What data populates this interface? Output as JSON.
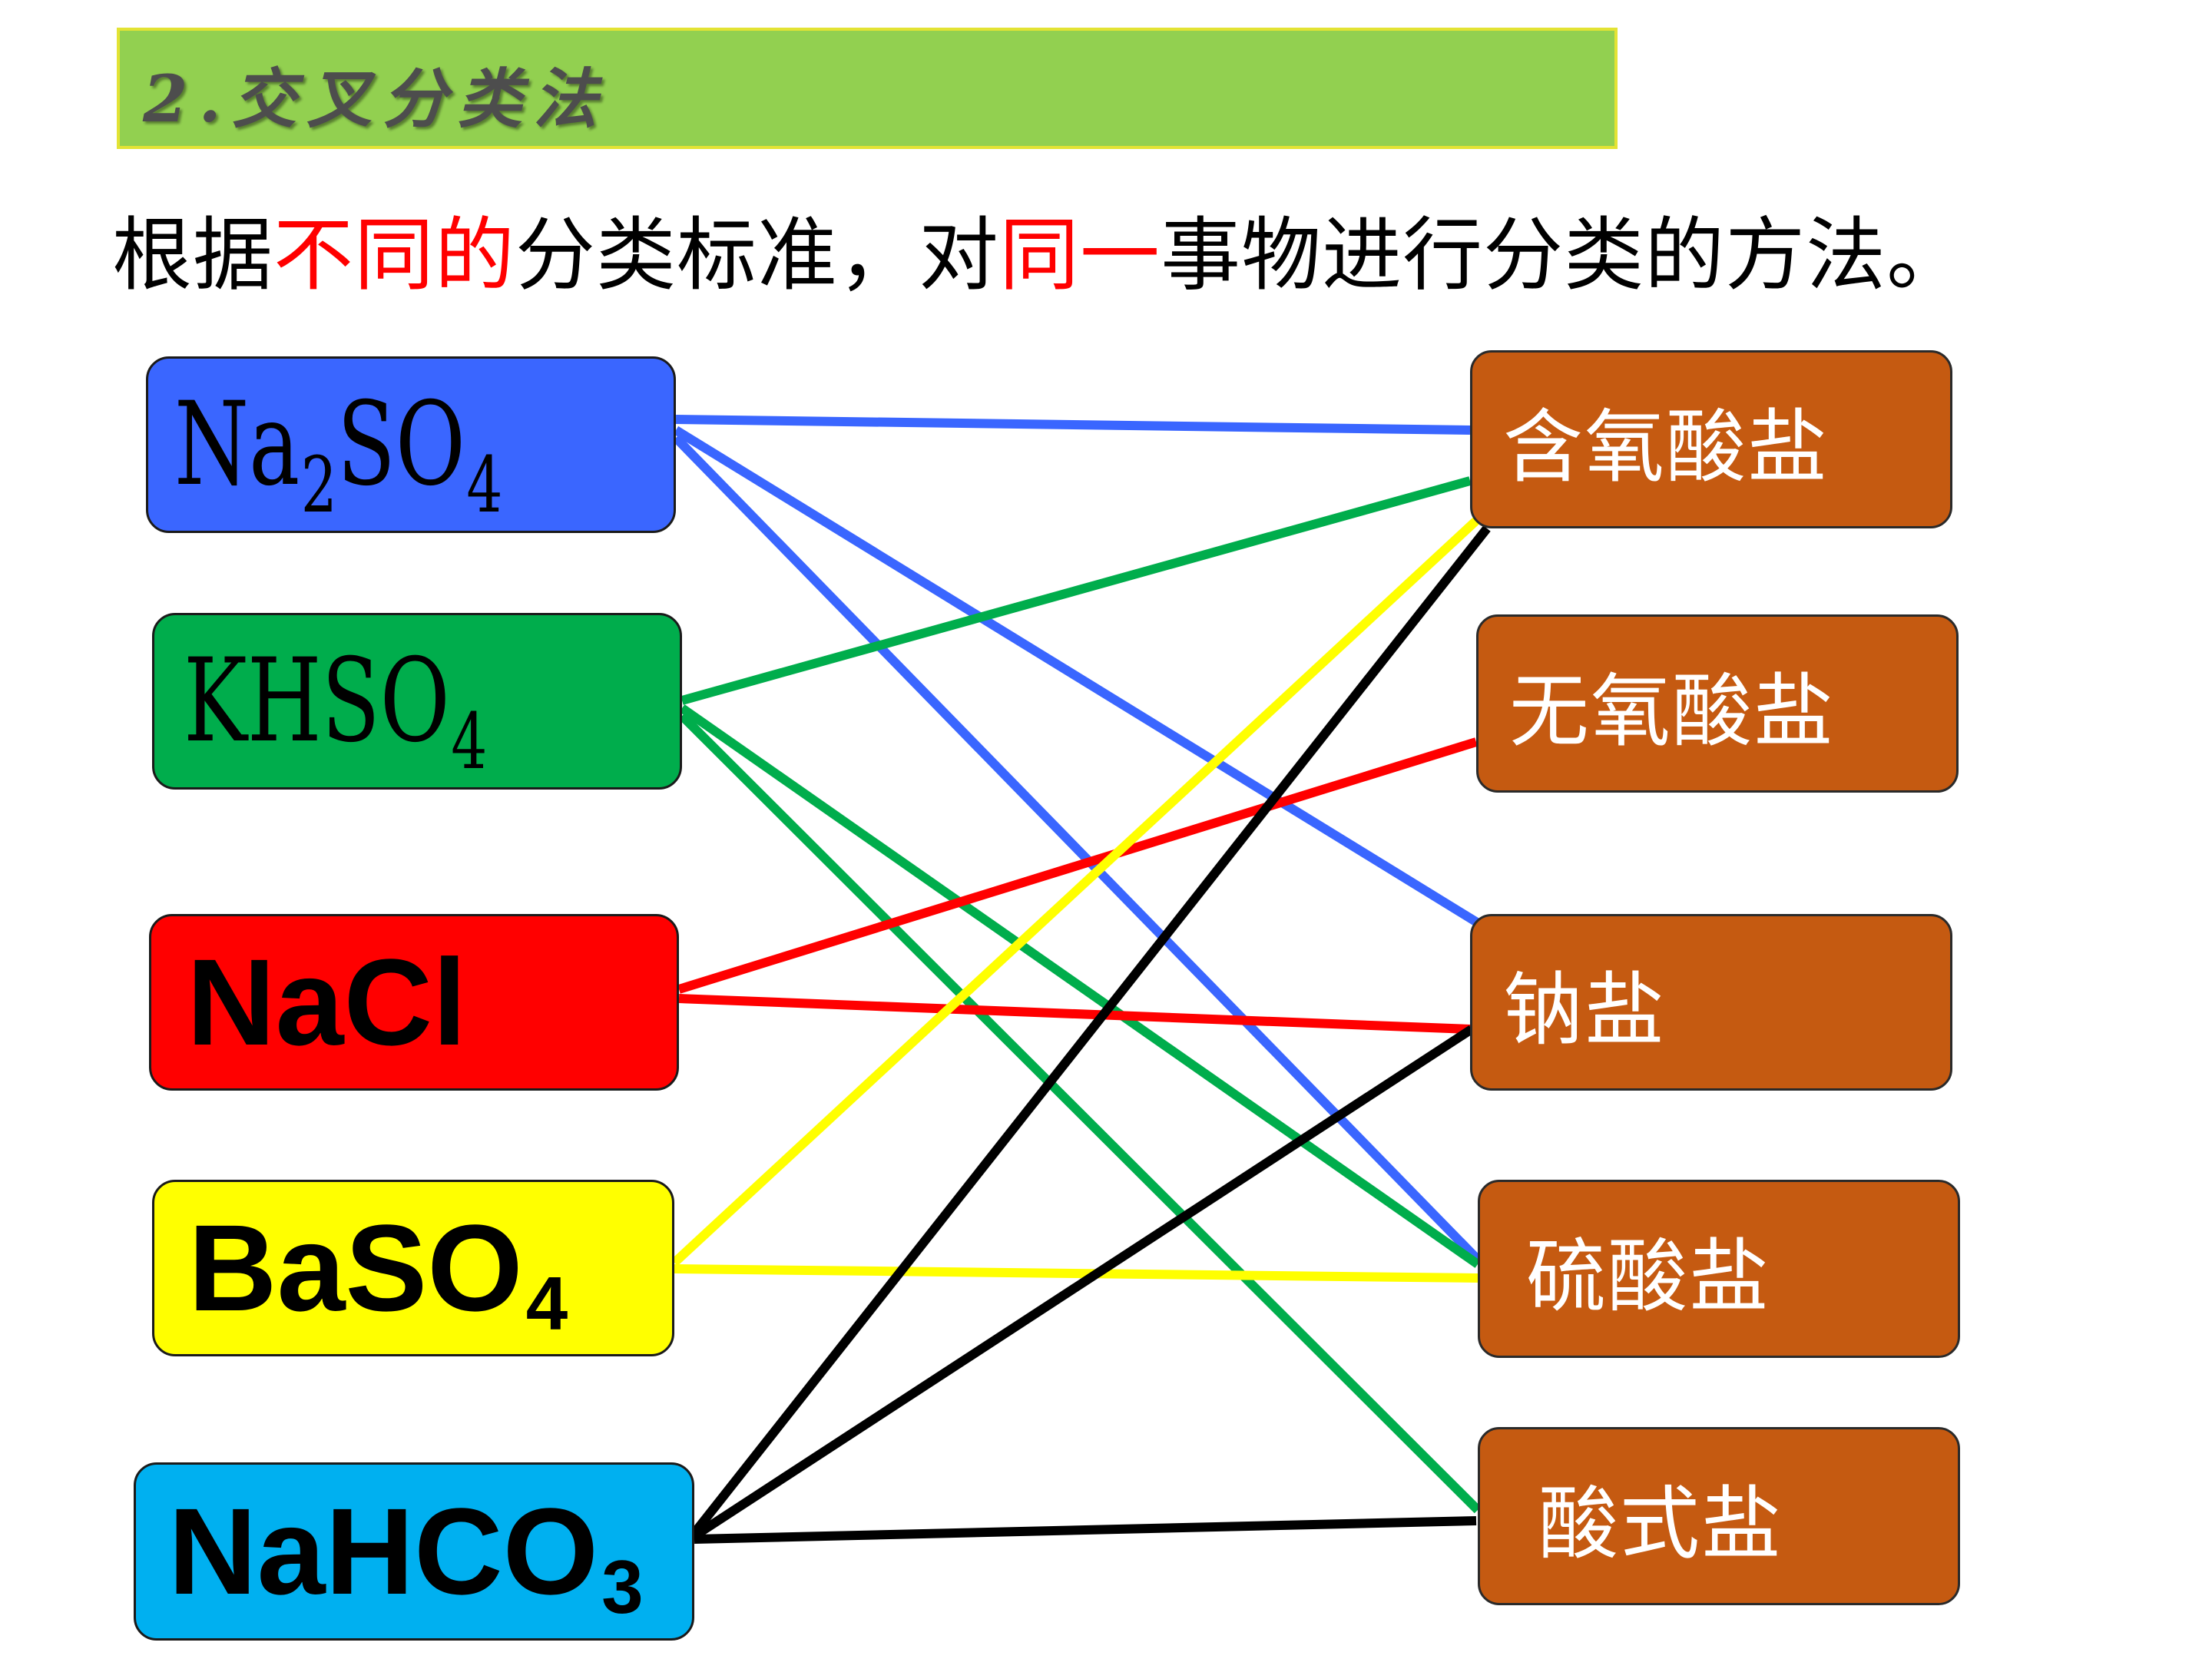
{
  "header": {
    "title": "2.交叉分类法"
  },
  "definition": {
    "segments": [
      {
        "text": "根据",
        "color": "#000000"
      },
      {
        "text": "不同的",
        "color": "#ff0000"
      },
      {
        "text": "分类标准，对",
        "color": "#000000"
      },
      {
        "text": "同一",
        "color": "#ff0000"
      },
      {
        "text": "事物进行分类的方法。",
        "color": "#000000"
      }
    ]
  },
  "compounds": [
    {
      "id": "na2so4",
      "base1": "Na",
      "sub1": "2",
      "base2": "SO",
      "sub2": "4",
      "color": "#3a66ff"
    },
    {
      "id": "khso4",
      "base1": "KHSO",
      "sub1": "4",
      "base2": "",
      "sub2": "",
      "color": "#00ad4c"
    },
    {
      "id": "nacl",
      "base1": "NaCl",
      "sub1": "",
      "base2": "",
      "sub2": "",
      "color": "#ff0000"
    },
    {
      "id": "baso4",
      "base1": "BaSO",
      "sub1": "4",
      "base2": "",
      "sub2": "",
      "color": "#ffff00"
    },
    {
      "id": "nahco3",
      "base1": "NaHCO",
      "sub1": "3",
      "base2": "",
      "sub2": "",
      "color": "#00b0f0"
    }
  ],
  "categories": [
    {
      "id": "oxo",
      "label": "含氧酸盐"
    },
    {
      "id": "nonoxo",
      "label": "无氧酸盐"
    },
    {
      "id": "sodium",
      "label": "钠盐"
    },
    {
      "id": "sulfate",
      "label": "硫酸盐"
    },
    {
      "id": "acidic",
      "label": "酸式盐"
    }
  ],
  "connections": [
    {
      "from": "na2so4",
      "to": "oxo",
      "color": "#3a66ff"
    },
    {
      "from": "na2so4",
      "to": "sodium",
      "color": "#3a66ff"
    },
    {
      "from": "na2so4",
      "to": "sulfate",
      "color": "#3a66ff"
    },
    {
      "from": "khso4",
      "to": "oxo",
      "color": "#00ad4c"
    },
    {
      "from": "khso4",
      "to": "sulfate",
      "color": "#00ad4c"
    },
    {
      "from": "khso4",
      "to": "acidic",
      "color": "#00ad4c"
    },
    {
      "from": "nacl",
      "to": "nonoxo",
      "color": "#ff0000"
    },
    {
      "from": "nacl",
      "to": "sodium",
      "color": "#ff0000"
    },
    {
      "from": "baso4",
      "to": "oxo",
      "color": "#ffff00"
    },
    {
      "from": "baso4",
      "to": "sulfate",
      "color": "#ffff00"
    },
    {
      "from": "nahco3",
      "to": "oxo",
      "color": "#000000"
    },
    {
      "from": "nahco3",
      "to": "sodium",
      "color": "#000000"
    },
    {
      "from": "nahco3",
      "to": "acidic",
      "color": "#000000"
    }
  ]
}
